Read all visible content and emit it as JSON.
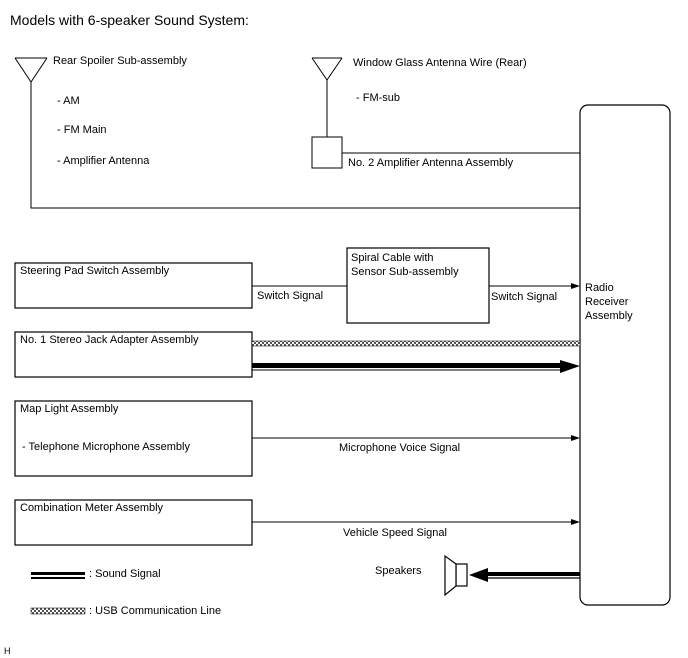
{
  "header": {
    "title": "Models with 6-speaker Sound System:"
  },
  "antennas": {
    "rear_spoiler": {
      "label": "Rear Spoiler Sub-assembly",
      "items": [
        "- AM",
        "- FM Main",
        "- Amplifier Antenna"
      ]
    },
    "window_glass": {
      "label": "Window Glass Antenna Wire (Rear)",
      "items": [
        "- FM-sub"
      ]
    },
    "amplifier_no2": {
      "label": "No. 2 Amplifier Antenna Assembly"
    }
  },
  "components": {
    "steering_pad": {
      "label": "Steering Pad Switch Assembly"
    },
    "spiral_cable": {
      "line1": "Spiral Cable with",
      "line2": "Sensor Sub-assembly"
    },
    "stereo_jack": {
      "label": "No. 1 Stereo Jack Adapter Assembly"
    },
    "map_light": {
      "label": "Map Light Assembly",
      "sub": "- Telephone Microphone Assembly"
    },
    "combination_meter": {
      "label": "Combination Meter Assembly"
    },
    "radio_receiver": {
      "line1": "Radio",
      "line2": "Receiver",
      "line3": "Assembly"
    },
    "speakers": {
      "label": "Speakers"
    }
  },
  "signals": {
    "switch_signal_left": "Switch Signal",
    "switch_signal_right": "Switch Signal",
    "microphone_voice": "Microphone Voice Signal",
    "vehicle_speed": "Vehicle Speed Signal"
  },
  "legend": {
    "sound_signal": ": Sound Signal",
    "usb_line": ": USB Communication Line"
  },
  "footer": {
    "mark": "H"
  }
}
